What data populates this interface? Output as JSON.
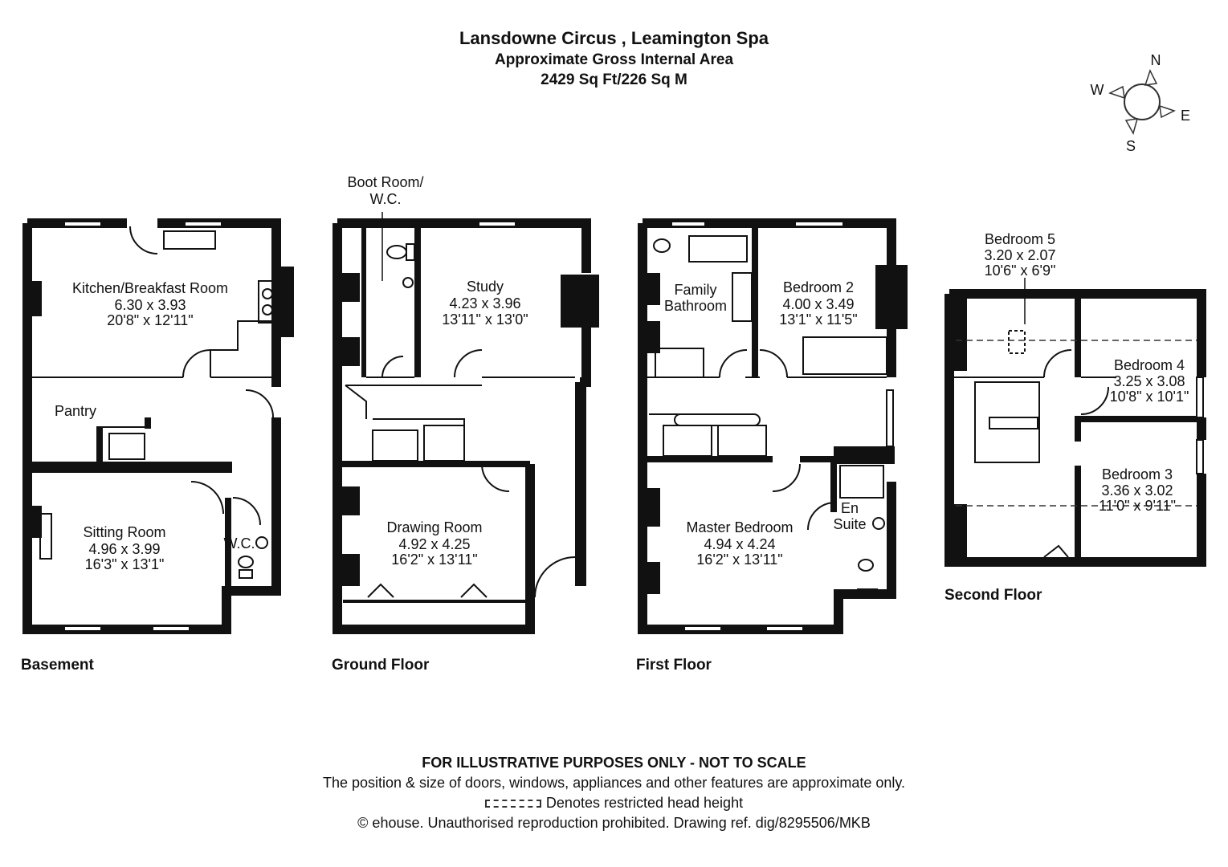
{
  "header": {
    "title": "Lansdowne Circus , Leamington Spa",
    "subtitle": "Approximate Gross Internal Area",
    "area": "2429 Sq Ft/226 Sq M"
  },
  "compass": {
    "n": "N",
    "e": "E",
    "s": "S",
    "w": "W"
  },
  "floors": {
    "basement": {
      "label": "Basement",
      "kitchen": {
        "name": "Kitchen/Breakfast Room",
        "metric": "6.30 x 3.93",
        "imperial": "20'8\" x 12'11\""
      },
      "pantry": {
        "name": "Pantry"
      },
      "sitting": {
        "name": "Sitting Room",
        "metric": "4.96 x 3.99",
        "imperial": "16'3\" x 13'1\""
      },
      "wc": {
        "name": "W.C."
      }
    },
    "ground": {
      "label": "Ground Floor",
      "boot": {
        "name_line1": "Boot Room/",
        "name_line2": "W.C."
      },
      "study": {
        "name": "Study",
        "metric": "4.23 x 3.96",
        "imperial": "13'11\" x 13'0\""
      },
      "drawing": {
        "name": "Drawing Room",
        "metric": "4.92 x 4.25",
        "imperial": "16'2\" x 13'11\""
      }
    },
    "first": {
      "label": "First Floor",
      "bathroom": {
        "name_line1": "Family",
        "name_line2": "Bathroom"
      },
      "bed2": {
        "name": "Bedroom 2",
        "metric": "4.00 x 3.49",
        "imperial": "13'1\" x 11'5\""
      },
      "master": {
        "name": "Master Bedroom",
        "metric": "4.94 x 4.24",
        "imperial": "16'2\" x 13'11\""
      },
      "ensuite": {
        "name_line1": "En",
        "name_line2": "Suite"
      }
    },
    "second": {
      "label": "Second Floor",
      "bed5": {
        "name": "Bedroom 5",
        "metric": "3.20 x 2.07",
        "imperial": "10'6\" x 6'9\""
      },
      "bed4": {
        "name": "Bedroom 4",
        "metric": "3.25 x 3.08",
        "imperial": "10'8\" x 10'1\""
      },
      "bed3": {
        "name": "Bedroom 3",
        "metric": "3.36 x 3.02",
        "imperial": "11'0\" x 9'11\""
      }
    }
  },
  "footer": {
    "disclaimer": "FOR ILLUSTRATIVE PURPOSES ONLY - NOT TO SCALE",
    "note": "The position & size of doors, windows, appliances and other features are approximate only.",
    "legend": "Denotes restricted head height",
    "copyright": "© ehouse. Unauthorised reproduction prohibited. Drawing ref. dig/8295506/MKB"
  }
}
